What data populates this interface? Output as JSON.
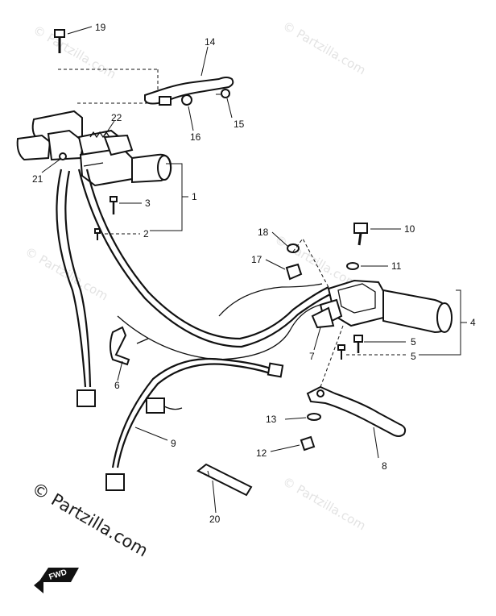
{
  "watermark_text": "© Partzilla.com",
  "brand_text": "© Partzilla.com",
  "front_badge": "FWD",
  "callouts": [
    {
      "id": "1",
      "text": "1"
    },
    {
      "id": "2",
      "text": "2"
    },
    {
      "id": "3",
      "text": "3"
    },
    {
      "id": "4",
      "text": "4"
    },
    {
      "id": "5a",
      "text": "5"
    },
    {
      "id": "5b",
      "text": "5"
    },
    {
      "id": "6",
      "text": "6"
    },
    {
      "id": "7",
      "text": "7"
    },
    {
      "id": "8",
      "text": "8"
    },
    {
      "id": "9",
      "text": "9"
    },
    {
      "id": "10",
      "text": "10"
    },
    {
      "id": "11",
      "text": "11"
    },
    {
      "id": "12",
      "text": "12"
    },
    {
      "id": "13",
      "text": "13"
    },
    {
      "id": "14",
      "text": "14"
    },
    {
      "id": "15",
      "text": "15"
    },
    {
      "id": "16",
      "text": "16"
    },
    {
      "id": "17",
      "text": "17"
    },
    {
      "id": "18",
      "text": "18"
    },
    {
      "id": "19",
      "text": "19"
    },
    {
      "id": "20",
      "text": "20"
    },
    {
      "id": "21",
      "text": "21"
    },
    {
      "id": "22",
      "text": "22"
    }
  ],
  "colors": {
    "ink": "#111111",
    "background": "#ffffff",
    "watermark": "#e3e3e3"
  }
}
